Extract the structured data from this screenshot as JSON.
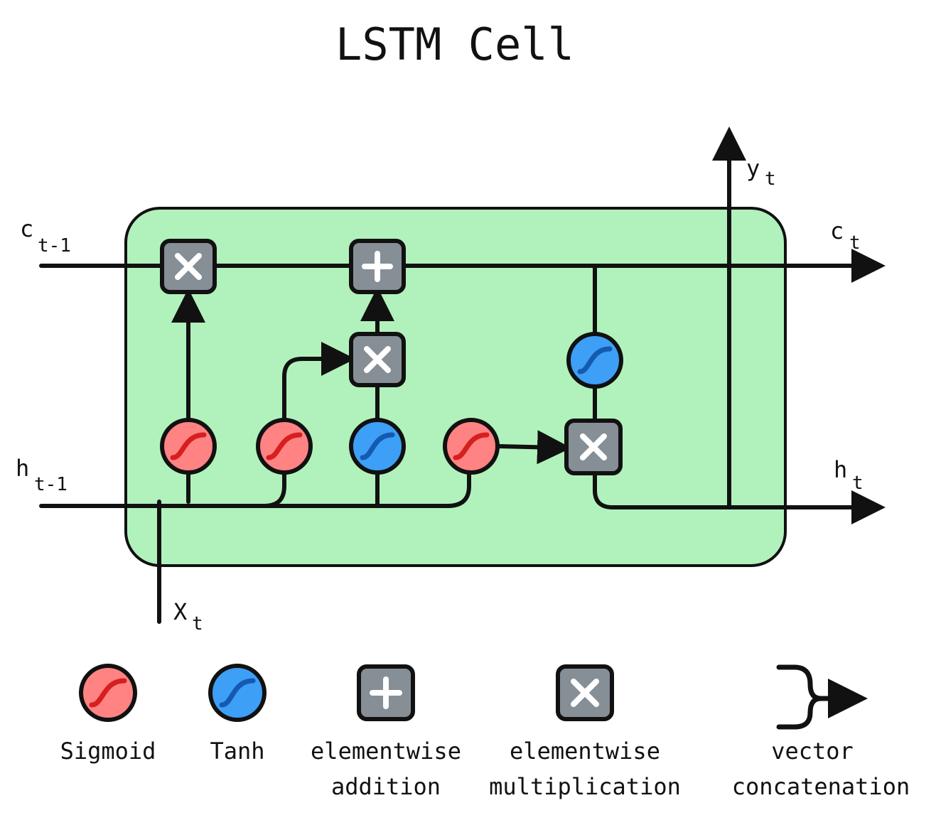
{
  "title": "LSTM Cell",
  "inputs": {
    "c_prev": {
      "main": "c",
      "sub": "t-1"
    },
    "h_prev": {
      "main": "h",
      "sub": "t-1"
    },
    "x": {
      "main": "X",
      "sub": "t"
    }
  },
  "outputs": {
    "c": {
      "main": "c",
      "sub": "t"
    },
    "h": {
      "main": "h",
      "sub": "t"
    },
    "y": {
      "main": "y",
      "sub": "t"
    }
  },
  "legend": [
    {
      "icon": "sigmoid-icon",
      "lines": [
        "Sigmoid"
      ]
    },
    {
      "icon": "tanh-icon",
      "lines": [
        "Tanh"
      ]
    },
    {
      "icon": "plus-icon",
      "lines": [
        "elementwise",
        "addition"
      ]
    },
    {
      "icon": "times-icon",
      "lines": [
        "elementwise",
        "multiplication"
      ]
    },
    {
      "icon": "concat-icon",
      "lines": [
        "vector",
        "concatenation"
      ]
    }
  ],
  "colors": {
    "cell_fill": "#b1f2bc",
    "sigmoid": "#ff8383",
    "sigmoid_curve": "#d61f1f",
    "tanh": "#3d9ff5",
    "tanh_curve": "#155ab0",
    "op_box": "#868e96",
    "stroke": "#111111"
  }
}
